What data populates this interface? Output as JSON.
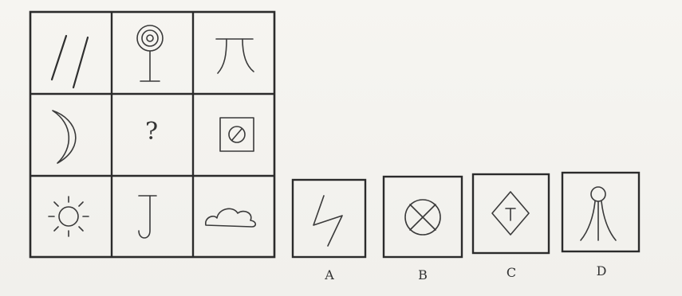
{
  "grid": {
    "question_mark": "?",
    "cells": [
      {
        "row": 1,
        "col": 1,
        "icon": "double-slash-icon"
      },
      {
        "row": 1,
        "col": 2,
        "icon": "target-on-stand-icon"
      },
      {
        "row": 1,
        "col": 3,
        "icon": "pi-arch-icon"
      },
      {
        "row": 2,
        "col": 1,
        "icon": "crescent-moon-icon"
      },
      {
        "row": 2,
        "col": 2,
        "icon": "question-mark"
      },
      {
        "row": 2,
        "col": 3,
        "icon": "circle-slash-in-square-icon"
      },
      {
        "row": 3,
        "col": 1,
        "icon": "sun-icon"
      },
      {
        "row": 3,
        "col": 2,
        "icon": "hook-j-icon"
      },
      {
        "row": 3,
        "col": 3,
        "icon": "cloud-icon"
      }
    ]
  },
  "options": [
    {
      "label": "A",
      "icon": "zigzag-bolt-icon"
    },
    {
      "label": "B",
      "icon": "circle-cross-icon"
    },
    {
      "label": "C",
      "icon": "diamond-t-icon"
    },
    {
      "label": "D",
      "icon": "loop-fountain-icon"
    }
  ]
}
